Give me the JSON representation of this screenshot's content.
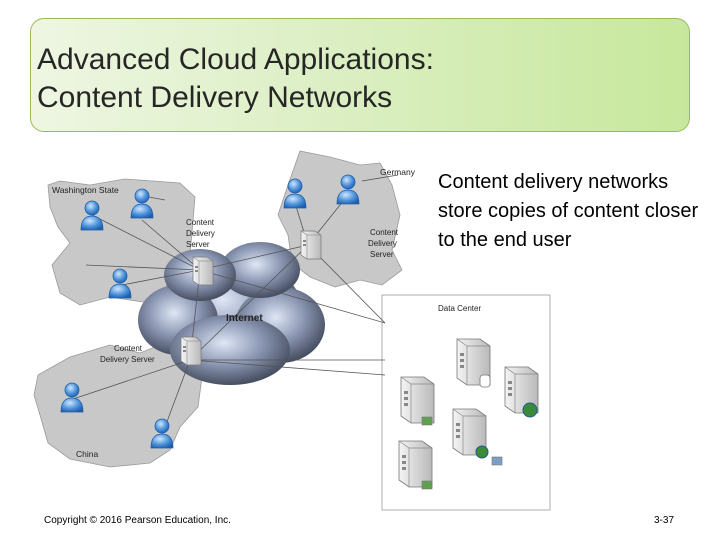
{
  "slide": {
    "title_line1": "Advanced Cloud Applications:",
    "title_line2": "Content Delivery Networks",
    "bullet_text": "Content delivery networks store copies of content closer to the end user",
    "copyright": "Copyright © 2016 Pearson Education, Inc.",
    "page_number": "3-37"
  },
  "diagram": {
    "region_labels": {
      "washington": "Washington State",
      "germany": "Germany",
      "china": "China",
      "data_center": "Data Center",
      "internet": "Internet"
    },
    "server_labels": {
      "washington": [
        "Content",
        "Delivery",
        "Server"
      ],
      "germany": [
        "Content",
        "Delivery",
        "Server"
      ],
      "china": [
        "Content",
        "Delivery Server"
      ]
    }
  },
  "colors": {
    "title_border": "#9bbb59",
    "title_fill_end": "#c7e89c",
    "map_fill": "#c8c8c8",
    "user_blue": "#4a90d9",
    "cloud": "#6e7c99"
  }
}
